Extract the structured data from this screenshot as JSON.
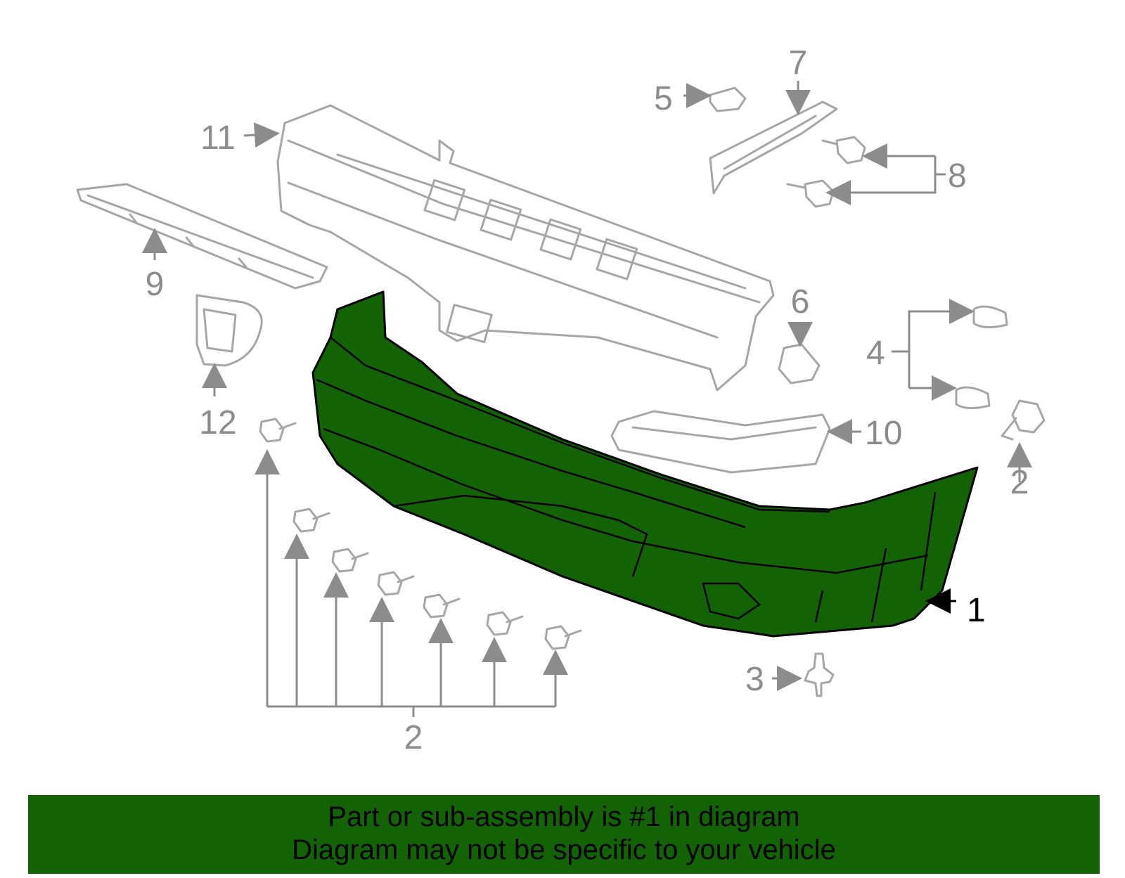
{
  "callouts": {
    "c1": "1",
    "c2_bottom": "2",
    "c2_right": "2",
    "c3": "3",
    "c4": "4",
    "c5": "5",
    "c6": "6",
    "c7": "7",
    "c8": "8",
    "c9": "9",
    "c10": "10",
    "c11": "11",
    "c12": "12"
  },
  "highlight_part": "1",
  "colors": {
    "highlight_fill": "#136306",
    "part_stroke": "#a6a6a6",
    "label_gray": "#8c8c8c",
    "banner_bg": "#136306"
  },
  "banner": {
    "line1": "Part or sub-assembly is #1 in diagram",
    "line2": "Diagram may not be specific to your vehicle"
  }
}
